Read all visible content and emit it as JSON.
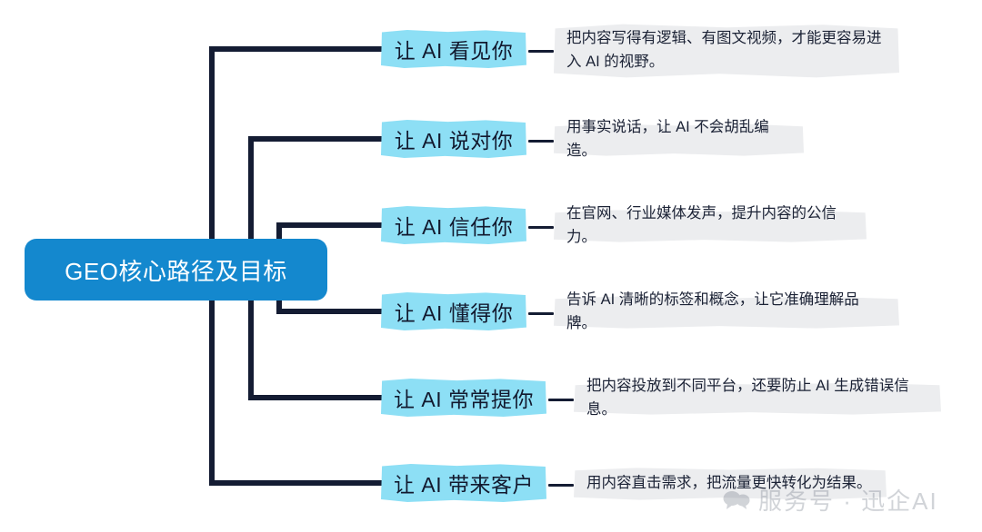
{
  "diagram": {
    "type": "mind-map",
    "root": {
      "label": "GEO核心路径及目标",
      "color": "#1488ce",
      "text_color": "#ffffff"
    },
    "style": {
      "chip_highlight": "#8ddff5",
      "desc_highlight": "#ecedef",
      "connector_color": "#141c33",
      "background": "#ffffff"
    },
    "branches": [
      {
        "label": "让 AI 看见你",
        "description": "把内容写得有逻辑、有图文视频，才能更容易进入 AI 的视野。"
      },
      {
        "label": "让 AI 说对你",
        "description": "用事实说话，让 AI 不会胡乱编造。"
      },
      {
        "label": "让 AI 信任你",
        "description": "在官网、行业媒体发声，提升内容的公信力。"
      },
      {
        "label": "让 AI 懂得你",
        "description": "告诉 AI 清晰的标签和概念，让它准确理解品牌。"
      },
      {
        "label": "让 AI 常常提你",
        "description": "把内容投放到不同平台，还要防止 AI 生成错误信息。"
      },
      {
        "label": "让 AI 带来客户",
        "description": "用内容直击需求，把流量更快转化为结果。"
      }
    ]
  },
  "watermark": {
    "icon": "speech-bubble-icon",
    "text": "服务号 · 迅企AI"
  }
}
